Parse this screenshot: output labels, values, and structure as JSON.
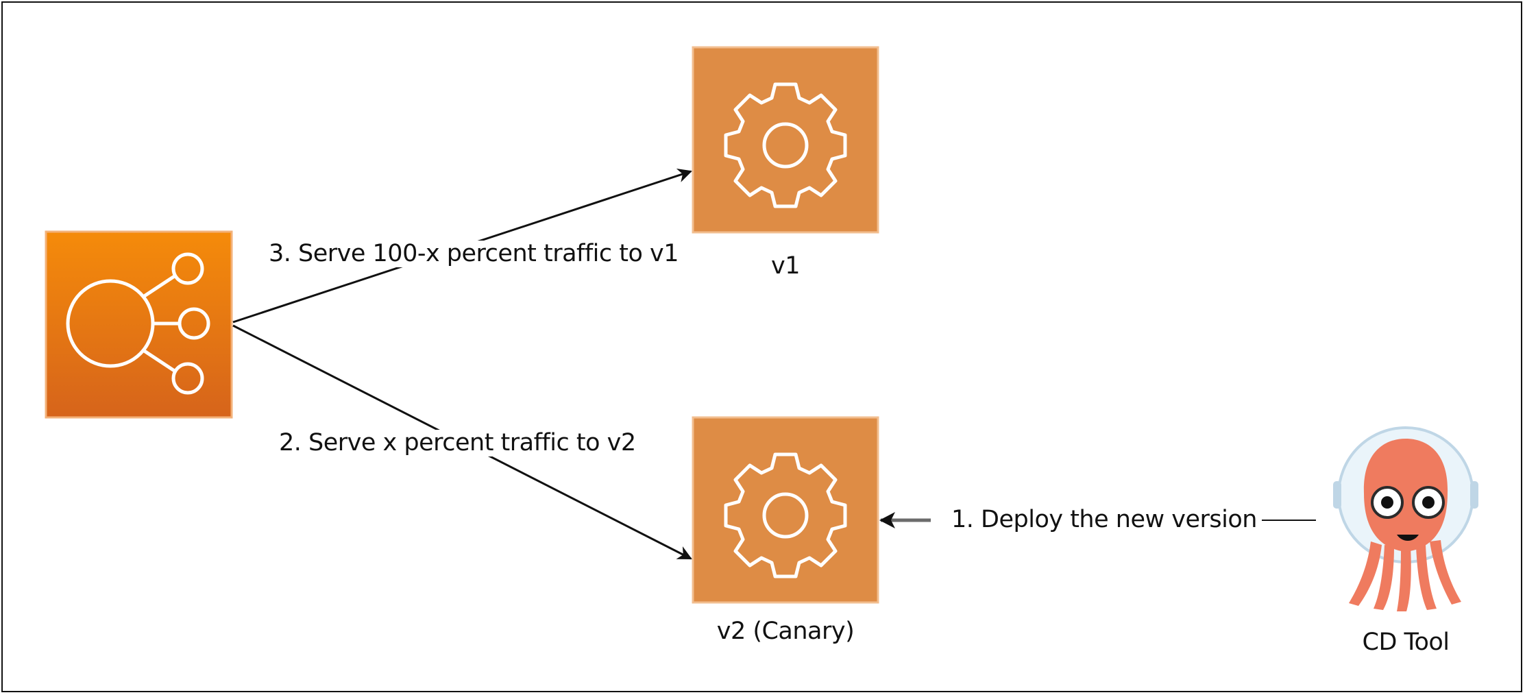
{
  "nodes": {
    "load_balancer": {
      "icon": "load-balancer-icon"
    },
    "v1": {
      "label": "v1",
      "icon": "gear-icon"
    },
    "v2": {
      "label": "v2 (Canary)",
      "icon": "gear-icon"
    },
    "cd_tool": {
      "label": "CD Tool",
      "icon": "octopus-mascot-icon"
    }
  },
  "edges": {
    "traffic_v1": {
      "label": "3. Serve 100-x percent traffic to v1"
    },
    "traffic_v2": {
      "label": "2. Serve x percent traffic to v2"
    },
    "deploy": {
      "label": "1. Deploy the new version"
    }
  },
  "colors": {
    "service_box": "#DE8C45",
    "lb_top": "#F58B0A",
    "lb_bottom": "#D6641B",
    "mascot_body": "#EF7B5F",
    "line": "#111111"
  }
}
